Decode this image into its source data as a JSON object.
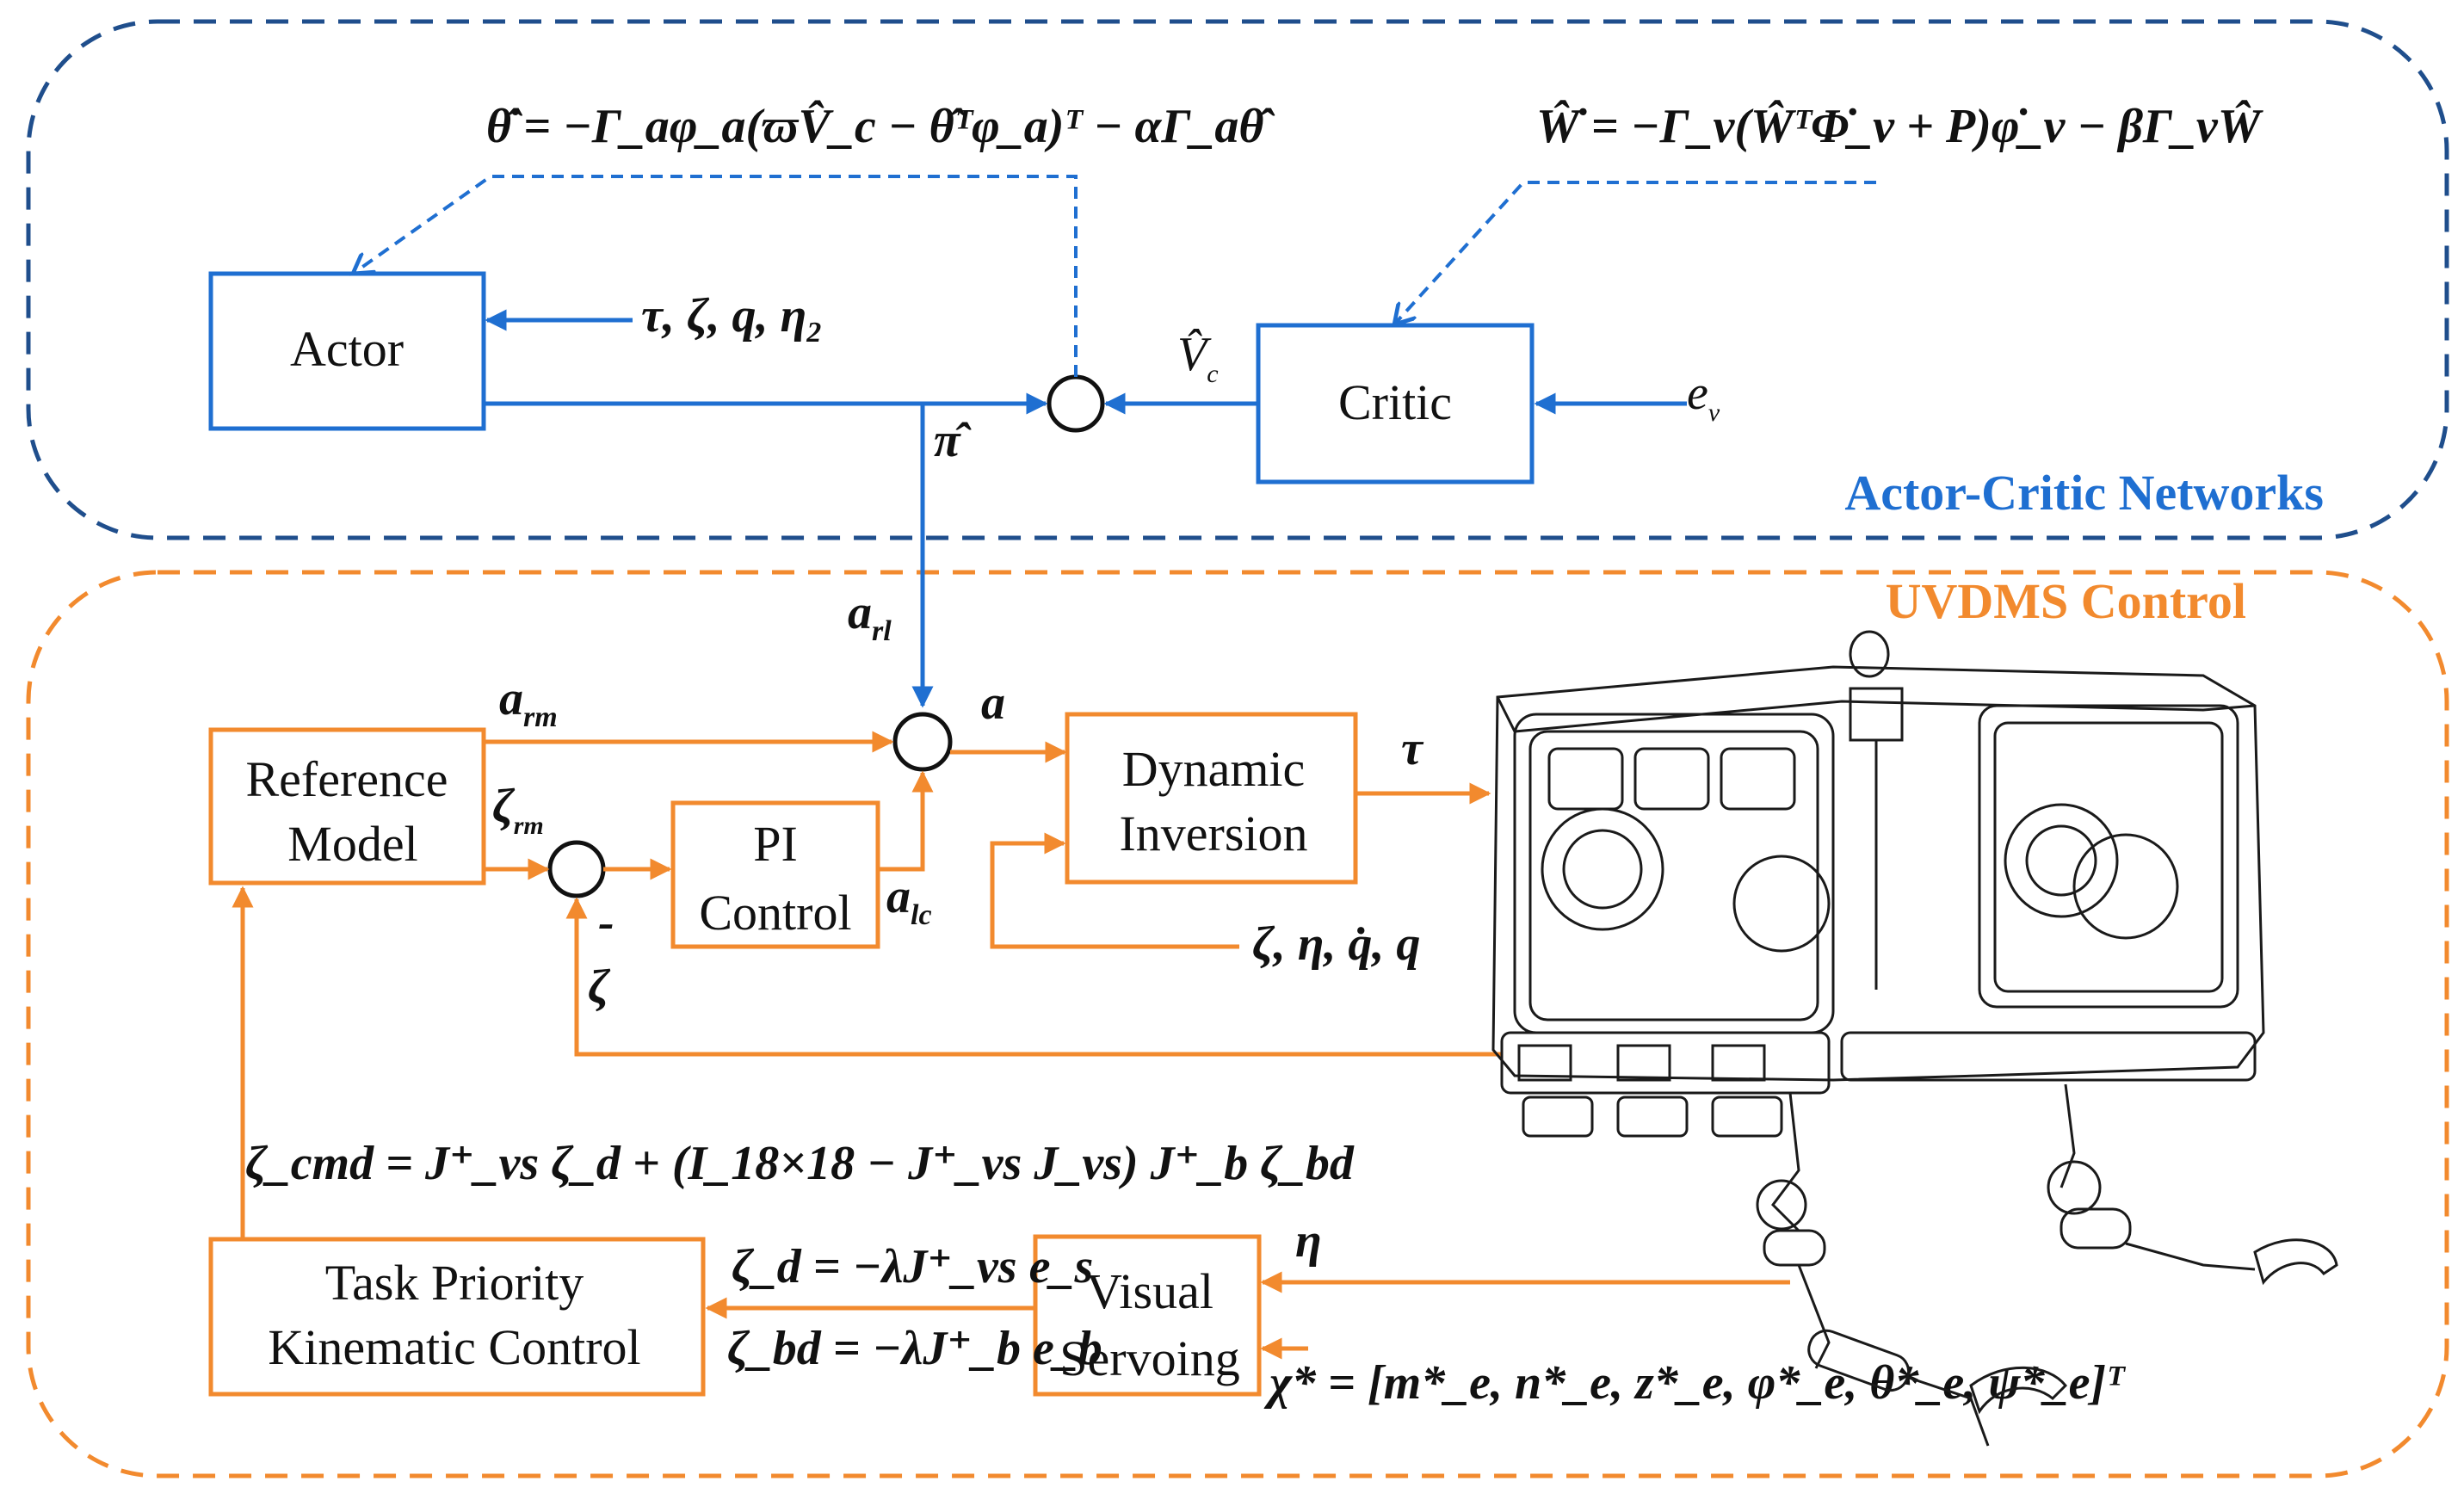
{
  "colors": {
    "blue": "#1f6fd1",
    "blue_dark": "#1f4e8c",
    "orange": "#f28a2e"
  },
  "regions": {
    "actor_critic": "Actor-Critic Networks",
    "uvdms": "UVDMS Control"
  },
  "blocks": {
    "actor": "Actor",
    "critic": "Critic",
    "reference_model": [
      "Reference",
      "Model"
    ],
    "pi_control": [
      "PI",
      "Control"
    ],
    "dynamic_inversion": [
      "Dynamic",
      "Inversion"
    ],
    "task_priority": [
      "Task Priority",
      "Kinematic Control"
    ],
    "visual_servoing": [
      "Visual",
      "Servoing"
    ]
  },
  "signals": {
    "actor_inputs": "τ, ζ, q, η",
    "actor_inputs_sub": "2",
    "pi_hat": "π̂",
    "v_hat": "V̂",
    "v_hat_sub": "c",
    "e_v": "e",
    "e_v_sub": "v",
    "a": "a",
    "a_rl": "a",
    "a_rl_sub": "rl",
    "a_rm": "a",
    "a_rm_sub": "rm",
    "a_lc": "a",
    "a_lc_sub": "lc",
    "zeta_rm": "ζ",
    "zeta_rm_sub": "rm",
    "zeta": "ζ",
    "minus": "-",
    "tau": "τ",
    "feedback_state": "ζ, η, q̇, q",
    "eta": "η"
  },
  "equations": {
    "theta_update": "θ̂̇ = −Γ_aφ_a(ϖV̂_c − θ̂ᵀφ_a)ᵀ − αΓ_aθ̂",
    "w_update": "Ŵ̇ = −Γ_v(ŴᵀΦ̇_v + P)φ̇_v − βΓ_vŴ",
    "zeta_cmd": "ζ_cmd = J⁺_vs ζ_d + (I_18×18 − J⁺_vs J_vs) J⁺_b ζ_bd",
    "zeta_d": "ζ_d = −λJ⁺_vs e_s",
    "zeta_bd": "ζ_bd = −λJ⁺_b e_b",
    "chi_star": "χ* = [m*_e, n*_e, z*_e, φ*_e, θ*_e, ψ*_e]ᵀ"
  }
}
